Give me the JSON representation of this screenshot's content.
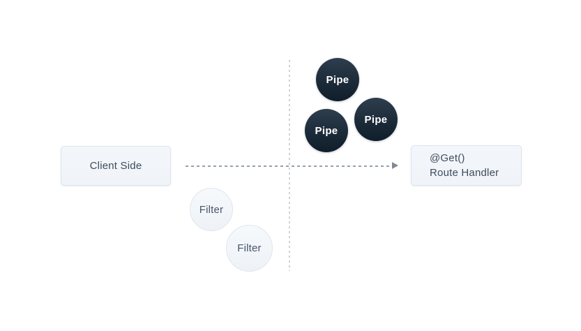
{
  "diagram": {
    "title": "request-pipeline-diagram",
    "client_box": {
      "label": "Client Side"
    },
    "route_box": {
      "line1": "@Get()",
      "line2": "Route Handler"
    },
    "pipes": [
      {
        "label": "Pipe"
      },
      {
        "label": "Pipe"
      },
      {
        "label": "Pipe"
      }
    ],
    "filters": [
      {
        "label": "Filter"
      },
      {
        "label": "Filter"
      }
    ],
    "colors": {
      "background": "#ffffff",
      "box_fill": "#f2f5f9",
      "box_border": "#dde4ed",
      "box_text": "#3e4c5c",
      "pipe_gradient_top": "#2e3e4e",
      "pipe_gradient_bottom": "#101e2b",
      "pipe_text": "#ffffff",
      "filter_fill": "#f4f7fb",
      "filter_border": "#dfe6ee",
      "filter_text": "#47566a",
      "arrow": "#95a0ac",
      "arrow_head": "#7e8995",
      "divider": "#ccd2d9"
    }
  }
}
